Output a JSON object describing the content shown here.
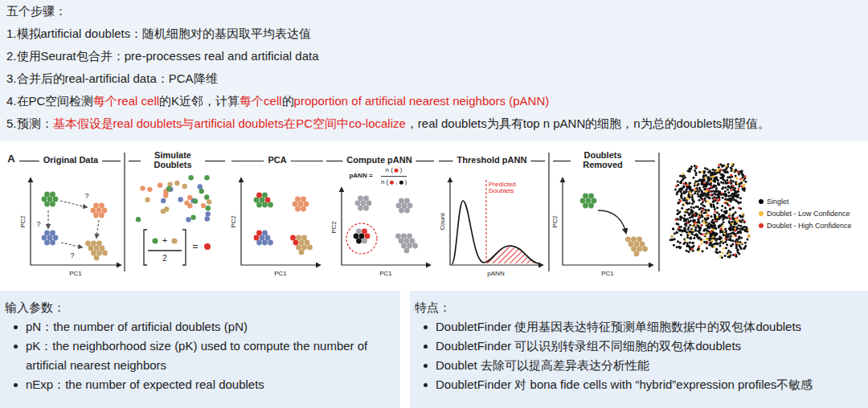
{
  "diagram": {
    "nodes": [
      {
        "text": [
          "五个步骤：",
          "1.模拟artificial doublets：随机细胞对的基因取平均表达值",
          "2.使用Seurat包合并：pre-processes real and artificial data",
          "3.合并后的real-artificial data：PCA降维",
          "4.在PC空间检测",
          "每个real cell",
          "的K近邻，计算",
          "每个cell",
          "的",
          "proportion of artificial nearest neighbors (pANN)",
          "5.预测：",
          "基本假设是real doublets与artificial doublets在PC空间中co-localize",
          "，real doublets为具有top n pANN的细胞，n为总的doublets期望值。"
        ]
      },
      {
        "text": [
          "输入参数：",
          "pN：the number of artificial doublets (pN)",
          "pK：the neighborhood size (pK) used to compute the number of artificial nearest neighbors",
          "nExp：the number of expected real doublets"
        ]
      },
      {
        "text": [
          "特点：",
          "DoubletFinder 使用基因表达特征预测单细胞数据中的双包体doublets",
          "DoubletFinder 可以识别转录组不同细胞的双包体doublets",
          "Doublet 去除可以提高差异表达分析性能",
          "DoubletFinder 对 bona fide cells with “hybrid”expression profiles不敏感"
        ]
      }
    ],
    "labels": [
      "A",
      "Original Data",
      "Simulate Doublets",
      "PCA",
      "Compute pANN",
      "Threshold pANN",
      "Doublets Removed",
      "PC2",
      "PC1",
      "?",
      "?",
      "?",
      "+",
      "2",
      "=",
      "PC2",
      "PC1",
      "pANN =",
      "n (",
      ")",
      "n (",
      ",",
      ")",
      "PC2",
      "PC1",
      "Count",
      "Predicted Doublets",
      "pANN",
      "PC2",
      "PC1"
    ],
    "legend": [
      {
        "text": "Singlet",
        "color": "#000000"
      },
      {
        "text": "Doublet - Low Confidence",
        "color": "#f2bd3c"
      },
      {
        "text": "Doublet - High Confidence",
        "color": "#e0302a"
      }
    ]
  }
}
